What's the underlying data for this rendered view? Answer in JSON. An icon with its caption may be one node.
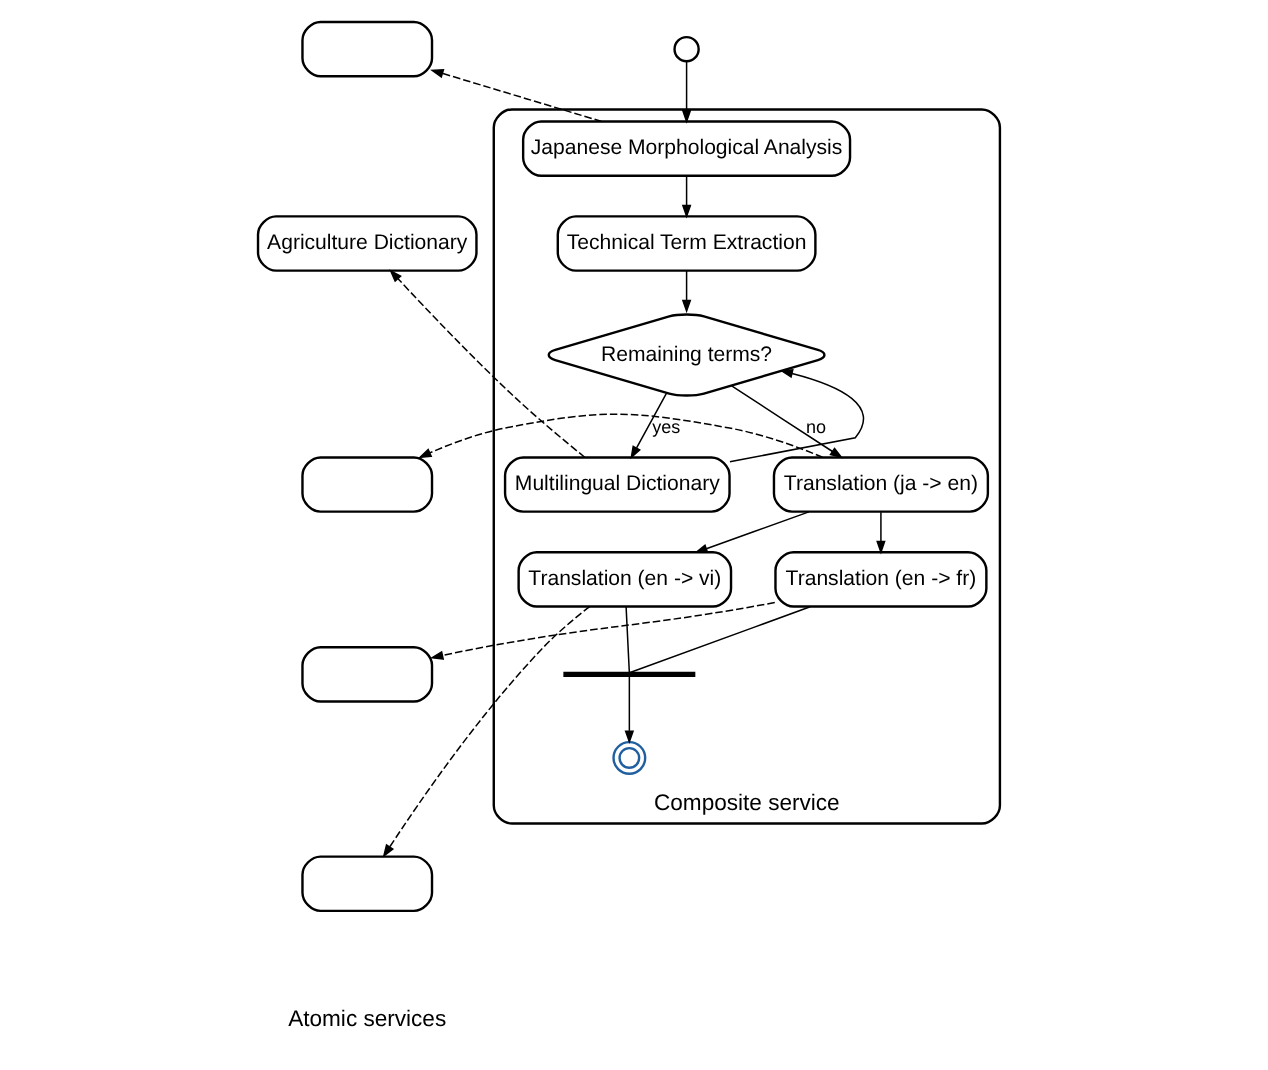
{
  "diagram": {
    "nodes": [
      {
        "text": [
          "Composite service"
        ]
      },
      {
        "text": [],
        "shape": "circle"
      },
      {
        "text": [
          "Japanese Morphological Analysis"
        ],
        "in": 0
      },
      {
        "text": [
          "Technical Term Extraction"
        ],
        "in": 0
      },
      {
        "text": [
          "Remaining terms?"
        ],
        "in": 0
      },
      {
        "text": [
          "Multilingual Dictionary"
        ],
        "in": 0
      },
      {
        "text": [
          "Translation (ja -> en)"
        ],
        "in": 0
      },
      {
        "text": [
          "Translation (en -> vi)"
        ],
        "in": 0
      },
      {
        "text": [
          "Translation (en -> fr)"
        ],
        "in": 0
      },
      {
        "text": [],
        "shape": "bar",
        "in": 0
      },
      {
        "text": [],
        "shape": "circle",
        "in": 0
      },
      {
        "text": [],
        "shape": "box"
      },
      {
        "text": [
          "Agriculture Dictionary"
        ]
      },
      {
        "text": [],
        "shape": "box"
      },
      {
        "text": [],
        "shape": "box"
      },
      {
        "text": [],
        "shape": "box"
      }
    ],
    "edges": [
      {
        "from": 1,
        "to": 2,
        "arrow": "to"
      },
      {
        "from": 2,
        "to": 3,
        "arrow": "to"
      },
      {
        "from": 3,
        "to": 4,
        "arrow": "to"
      },
      {
        "from": 4,
        "to": 5,
        "arrow": "to",
        "label": "yes"
      },
      {
        "from": 5,
        "to": 4,
        "arrow": "to"
      },
      {
        "from": 4,
        "to": 6,
        "arrow": "to",
        "label": "no"
      },
      {
        "from": 6,
        "to": 7,
        "arrow": "to"
      },
      {
        "from": 6,
        "to": 8,
        "arrow": "to"
      },
      {
        "from": 7,
        "to": 9,
        "arrow": "none"
      },
      {
        "from": 8,
        "to": 9,
        "arrow": "none"
      },
      {
        "from": 9,
        "to": 10,
        "arrow": "to"
      },
      {
        "from": 2,
        "to": 11,
        "arrow": "to",
        "style": "dashed"
      },
      {
        "from": 5,
        "to": 12,
        "arrow": "to",
        "style": "dashed"
      },
      {
        "from": 6,
        "to": 13,
        "arrow": "to",
        "style": "dashed"
      },
      {
        "from": 8,
        "to": 14,
        "arrow": "to",
        "style": "dashed"
      },
      {
        "from": 7,
        "to": 15,
        "arrow": "to",
        "style": "dashed"
      }
    ],
    "labels": [
      "Atomic services"
    ]
  }
}
